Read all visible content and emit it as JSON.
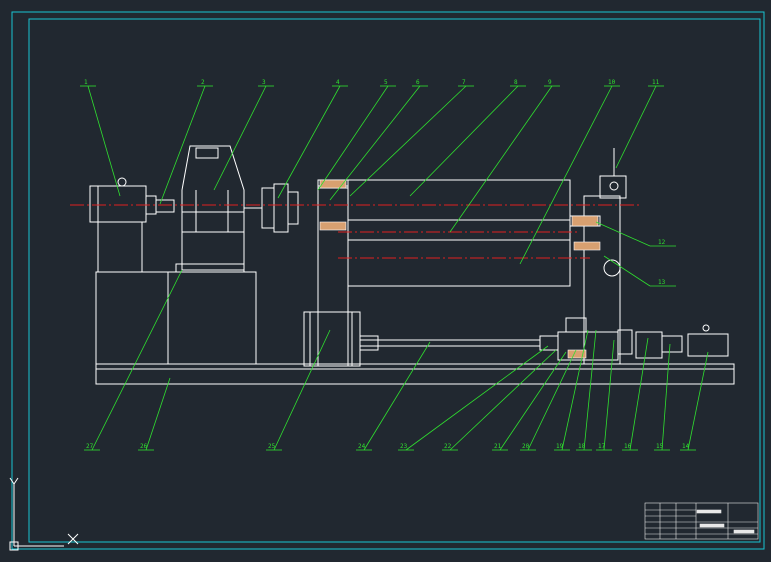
{
  "colors": {
    "background": "#212830",
    "frame": "#19c3d2",
    "drawing": "#ffffff",
    "leader": "#2fe02f",
    "centerline": "#e02020",
    "title_block": "#e8e8e8"
  },
  "part_labels_top": [
    "1",
    "2",
    "3",
    "4",
    "5",
    "6",
    "7",
    "8",
    "9",
    "10",
    "11"
  ],
  "part_labels_right": [
    "12",
    "13"
  ],
  "part_labels_bottom": [
    "27",
    "26",
    "25",
    "24",
    "23",
    "22",
    "21",
    "20",
    "19",
    "18",
    "17",
    "16",
    "15",
    "14"
  ],
  "ucs": {
    "x_axis": "X",
    "y_axis": "Y"
  }
}
